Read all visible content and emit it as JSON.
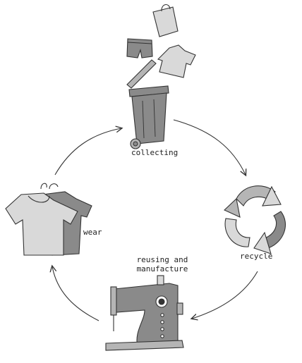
{
  "labels": {
    "collecting": "collecting",
    "recycle": "recycle",
    "reuse_line1": "reusing and",
    "reuse_line2": "manufacture",
    "wear": "wear"
  },
  "icons": [
    "shopping-bag-icon",
    "shorts-icon",
    "tshirt-icon",
    "trash-bin-icon",
    "recycle-icon",
    "sewing-machine-icon",
    "hanging-shirts-icon"
  ],
  "colors": {
    "fill_dark": "#8a8a8a",
    "fill_mid": "#b5b5b5",
    "fill_light": "#d9d9d9",
    "stroke": "#333333"
  }
}
